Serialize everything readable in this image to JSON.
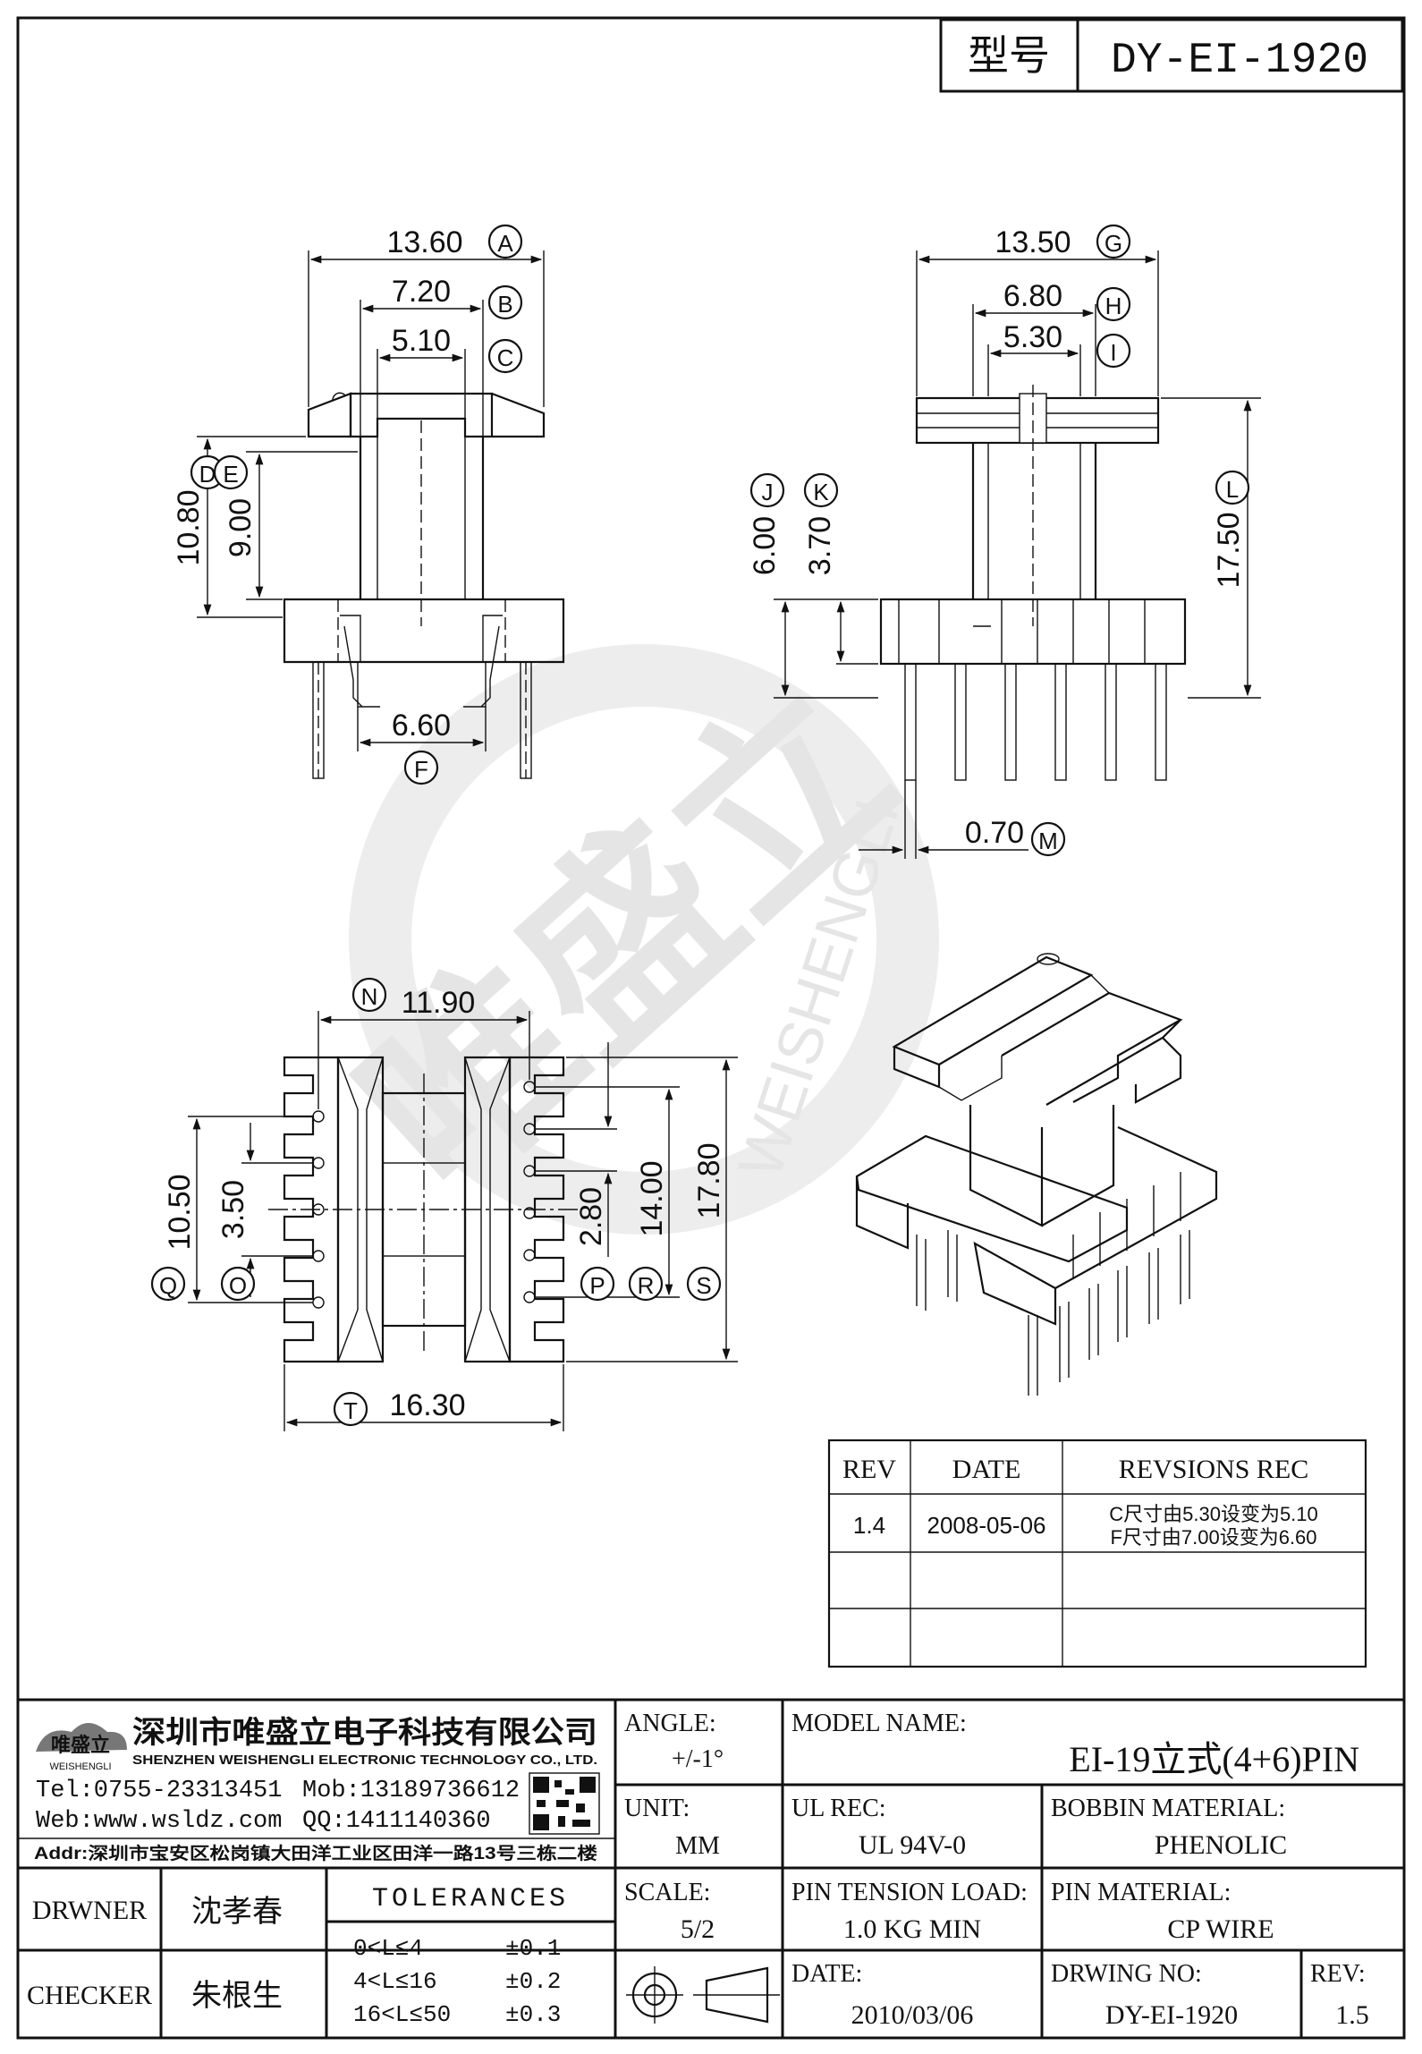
{
  "model_label": "型号",
  "model_code": "DY-EI-1920",
  "dims": {
    "A": {
      "letter": "A",
      "value": "13.60"
    },
    "B": {
      "letter": "B",
      "value": "7.20"
    },
    "C": {
      "letter": "C",
      "value": "5.10"
    },
    "D": {
      "letter": "D",
      "value": "10.80"
    },
    "E": {
      "letter": "E",
      "value": "9.00"
    },
    "F": {
      "letter": "F",
      "value": "6.60"
    },
    "G": {
      "letter": "G",
      "value": "13.50"
    },
    "H": {
      "letter": "H",
      "value": "6.80"
    },
    "I": {
      "letter": "I",
      "value": "5.30"
    },
    "J": {
      "letter": "J",
      "value": "6.00"
    },
    "K": {
      "letter": "K",
      "value": "3.70"
    },
    "L": {
      "letter": "L",
      "value": "17.50"
    },
    "M": {
      "letter": "M",
      "value": "0.70"
    },
    "N": {
      "letter": "N",
      "value": "11.90"
    },
    "O": {
      "letter": "O",
      "value": "3.50"
    },
    "P": {
      "letter": "P",
      "value": "2.80"
    },
    "Q": {
      "letter": "Q",
      "value": "10.50"
    },
    "R": {
      "letter": "R",
      "value": "14.00"
    },
    "S": {
      "letter": "S",
      "value": "17.80"
    },
    "T": {
      "letter": "T",
      "value": "16.30"
    }
  },
  "revisions": {
    "headers": [
      "REV",
      "DATE",
      "REVSIONS REC"
    ],
    "rows": [
      {
        "rev": "1.4",
        "date": "2008-05-06",
        "rec1": "C尺寸由5.30设变为5.10",
        "rec2": "F尺寸由7.00设变为6.60"
      },
      {
        "rev": "",
        "date": "",
        "rec1": "",
        "rec2": ""
      },
      {
        "rev": "",
        "date": "",
        "rec1": "",
        "rec2": ""
      }
    ]
  },
  "company": {
    "logo_text": "唯盛立",
    "logo_sub": "WEISHENGLI",
    "name_cn": "深圳市唯盛立电子科技有限公司",
    "name_en": "SHENZHEN WEISHENGLI ELECTRONIC TECHNOLOGY CO., LTD.",
    "tel": "Tel:0755-23313451",
    "mob": "Mob:13189736612",
    "web": "Web:www.wsldz.com",
    "qq": "QQ:1411140360",
    "addr": "Addr:深圳市宝安区松岗镇大田洋工业区田洋一路13号三栋二楼"
  },
  "watermark": {
    "cn": "唯盛立",
    "en": "WEISHENGLI"
  },
  "title_block": {
    "angle_label": "ANGLE:",
    "angle_value": "+/-1°",
    "model_name_label": "MODEL NAME:",
    "model_name_value": "EI-19立式(4+6)PIN",
    "unit_label": "UNIT:",
    "unit_value": "MM",
    "ul_rec_label": "UL REC:",
    "ul_rec_value": "UL 94V-0",
    "bobbin_label": "BOBBIN MATERIAL:",
    "bobbin_value": "PHENOLIC",
    "scale_label": "SCALE:",
    "scale_value": "5/2",
    "pin_tension_label": "PIN TENSION LOAD:",
    "pin_tension_value": "1.0 KG MIN",
    "pin_material_label": "PIN MATERIAL:",
    "pin_material_value": "CP WIRE",
    "date_label": "DATE:",
    "date_value": "2010/03/06",
    "drwing_no_label": "DRWING NO:",
    "drwing_no_value": "DY-EI-1920",
    "rev_label": "REV:",
    "rev_value": "1.5",
    "drwner_label": "DRWNER",
    "drwner_value": "沈孝春",
    "checker_label": "CHECKER",
    "checker_value": "朱根生",
    "tolerances_label": "TOLERANCES",
    "tolerances": [
      {
        "range": "0<L≤4",
        "tol": "±0.1"
      },
      {
        "range": "4<L≤16",
        "tol": "±0.2"
      },
      {
        "range": "16<L≤50",
        "tol": "±0.3"
      }
    ]
  }
}
